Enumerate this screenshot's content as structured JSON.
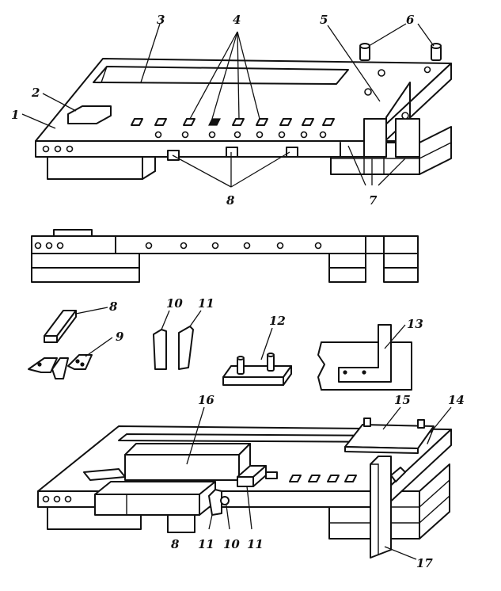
{
  "labels": {
    "l1": "1",
    "l2": "2",
    "l3": "3",
    "l4": "4",
    "l5": "5",
    "l6": "6",
    "l7": "7",
    "l8_top": "8",
    "l8_parts": "8",
    "l9": "9",
    "l10_parts": "10",
    "l11_parts": "11",
    "l12": "12",
    "l13": "13",
    "l14": "14",
    "l15": "15",
    "l16": "16",
    "l8_bottom": "8",
    "l11_bottom_a": "11",
    "l10_bottom": "10",
    "l11_bottom_b": "11",
    "l17": "17"
  }
}
